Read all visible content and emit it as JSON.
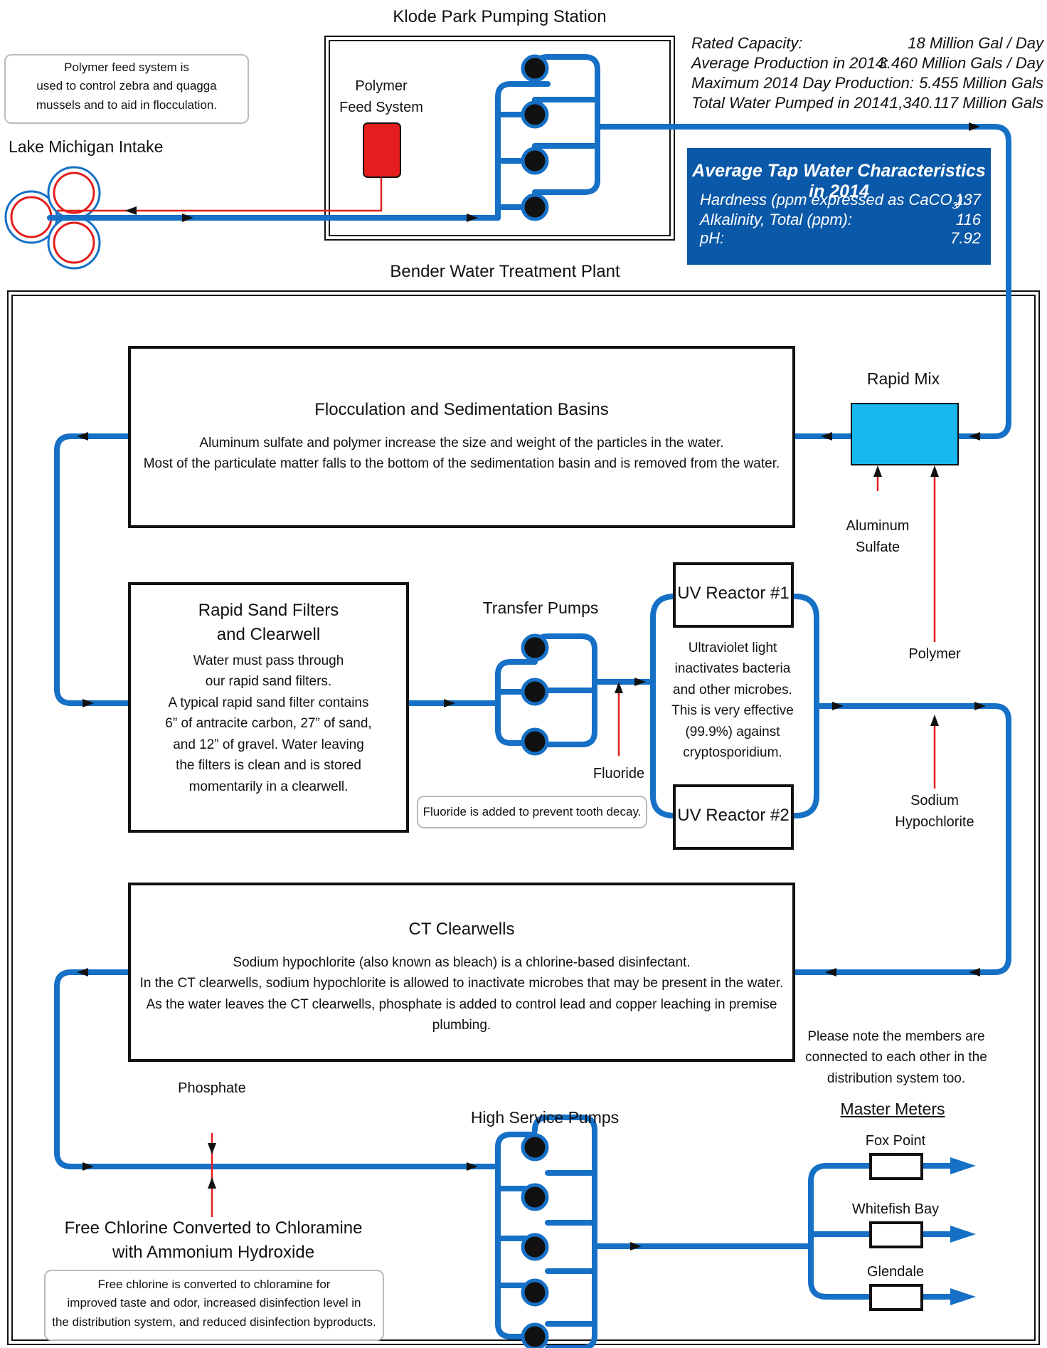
{
  "station": {
    "title": "Klode Park Pumping Station",
    "polymer_feed": [
      "Polymer",
      "Feed System"
    ]
  },
  "polymer_note": [
    "Polymer feed system is",
    "used to control zebra and quagga",
    "mussels and to aid in flocculation."
  ],
  "intake_label": "Lake Michigan Intake",
  "capacity": {
    "rows": [
      {
        "label": "Rated Capacity:",
        "value": "18 Million Gal / Day"
      },
      {
        "label": "Average Production in 2014:",
        "value": "3.460 Million Gals / Day"
      },
      {
        "label": "Maximum 2014 Day Production:",
        "value": "5.455 Million Gals"
      },
      {
        "label": "Total Water Pumped in 2014:",
        "value": "1,340.117 Million Gals"
      }
    ]
  },
  "tap_water": {
    "title": "Average Tap Water Characteristics in 2014",
    "hardness_label": "Hardness (ppm expressed as CaCO",
    "hardness_sub": "3",
    "hardness_end": "):",
    "hardness_value": "137",
    "alkalinity_label": "Alkalinity, Total (ppm):",
    "alkalinity_value": "116",
    "ph_label": "pH:",
    "ph_value": "7.92"
  },
  "plant_title": "Bender Water Treatment Plant",
  "rapid_mix": {
    "title": "Rapid Mix",
    "aluminum": [
      "Aluminum",
      "Sulfate"
    ],
    "polymer": "Polymer"
  },
  "flocculation": {
    "title": "Flocculation and Sedimentation Basins",
    "lines": [
      "Aluminum sulfate and polymer increase the size and weight of the particles in the water.",
      "Most of the particulate matter falls to the bottom of the sedimentation basin and is removed from the water."
    ]
  },
  "sand_filters": {
    "title": [
      "Rapid Sand Filters",
      "and Clearwell"
    ],
    "lines": [
      "Water must pass through",
      "our rapid sand filters.",
      "A typical rapid sand filter contains",
      "6” of antracite carbon, 27” of sand,",
      "and 12” of gravel. Water leaving",
      "the filters is clean and is stored",
      "momentarily in a clearwell."
    ]
  },
  "transfer_pumps": "Transfer Pumps",
  "fluoride": {
    "label": "Fluoride",
    "note": "Fluoride is added to prevent tooth decay."
  },
  "uv": {
    "reactor1": "UV Reactor #1",
    "reactor2": "UV Reactor #2",
    "lines": [
      "Ultraviolet light",
      "inactivates bacteria",
      "and other microbes.",
      "This is very effective",
      "(99.9%) against",
      "cryptosporidium."
    ]
  },
  "sodium": [
    "Sodium",
    "Hypochlorite"
  ],
  "ct_clearwells": {
    "title": "CT Clearwells",
    "lines": [
      "Sodium hypochlorite (also known as bleach) is a chlorine-based disinfectant.",
      "In the CT clearwells, sodium hypochlorite is allowed to inactivate microbes that may be present in the water.",
      "As the water leaves the CT clearwells, phosphate is added to control lead and copper leaching in premise plumbing."
    ]
  },
  "members_note": [
    "Please note the members are",
    "connected to each other in the",
    "distribution system too."
  ],
  "master_meters": {
    "title": "Master Meters",
    "meters": [
      "Fox Point",
      "Whitefish Bay",
      "Glendale"
    ]
  },
  "phosphate": "Phosphate",
  "high_service": "High Service Pumps",
  "chloramine": {
    "title": [
      "Free Chlorine Converted to Chloramine",
      "with Ammonium Hydroxide"
    ],
    "note": [
      "Free chlorine is converted to chloramine for",
      "improved taste and odor, increased disinfection level in",
      "the distribution system, and reduced disinfection byproducts."
    ]
  },
  "colors": {
    "pipe": "#1670c6",
    "chemical": "#e41e1e",
    "rapid_mix": "#18b7ee",
    "polymer_tank": "#e41e1e",
    "panel": "#0a58a8"
  }
}
